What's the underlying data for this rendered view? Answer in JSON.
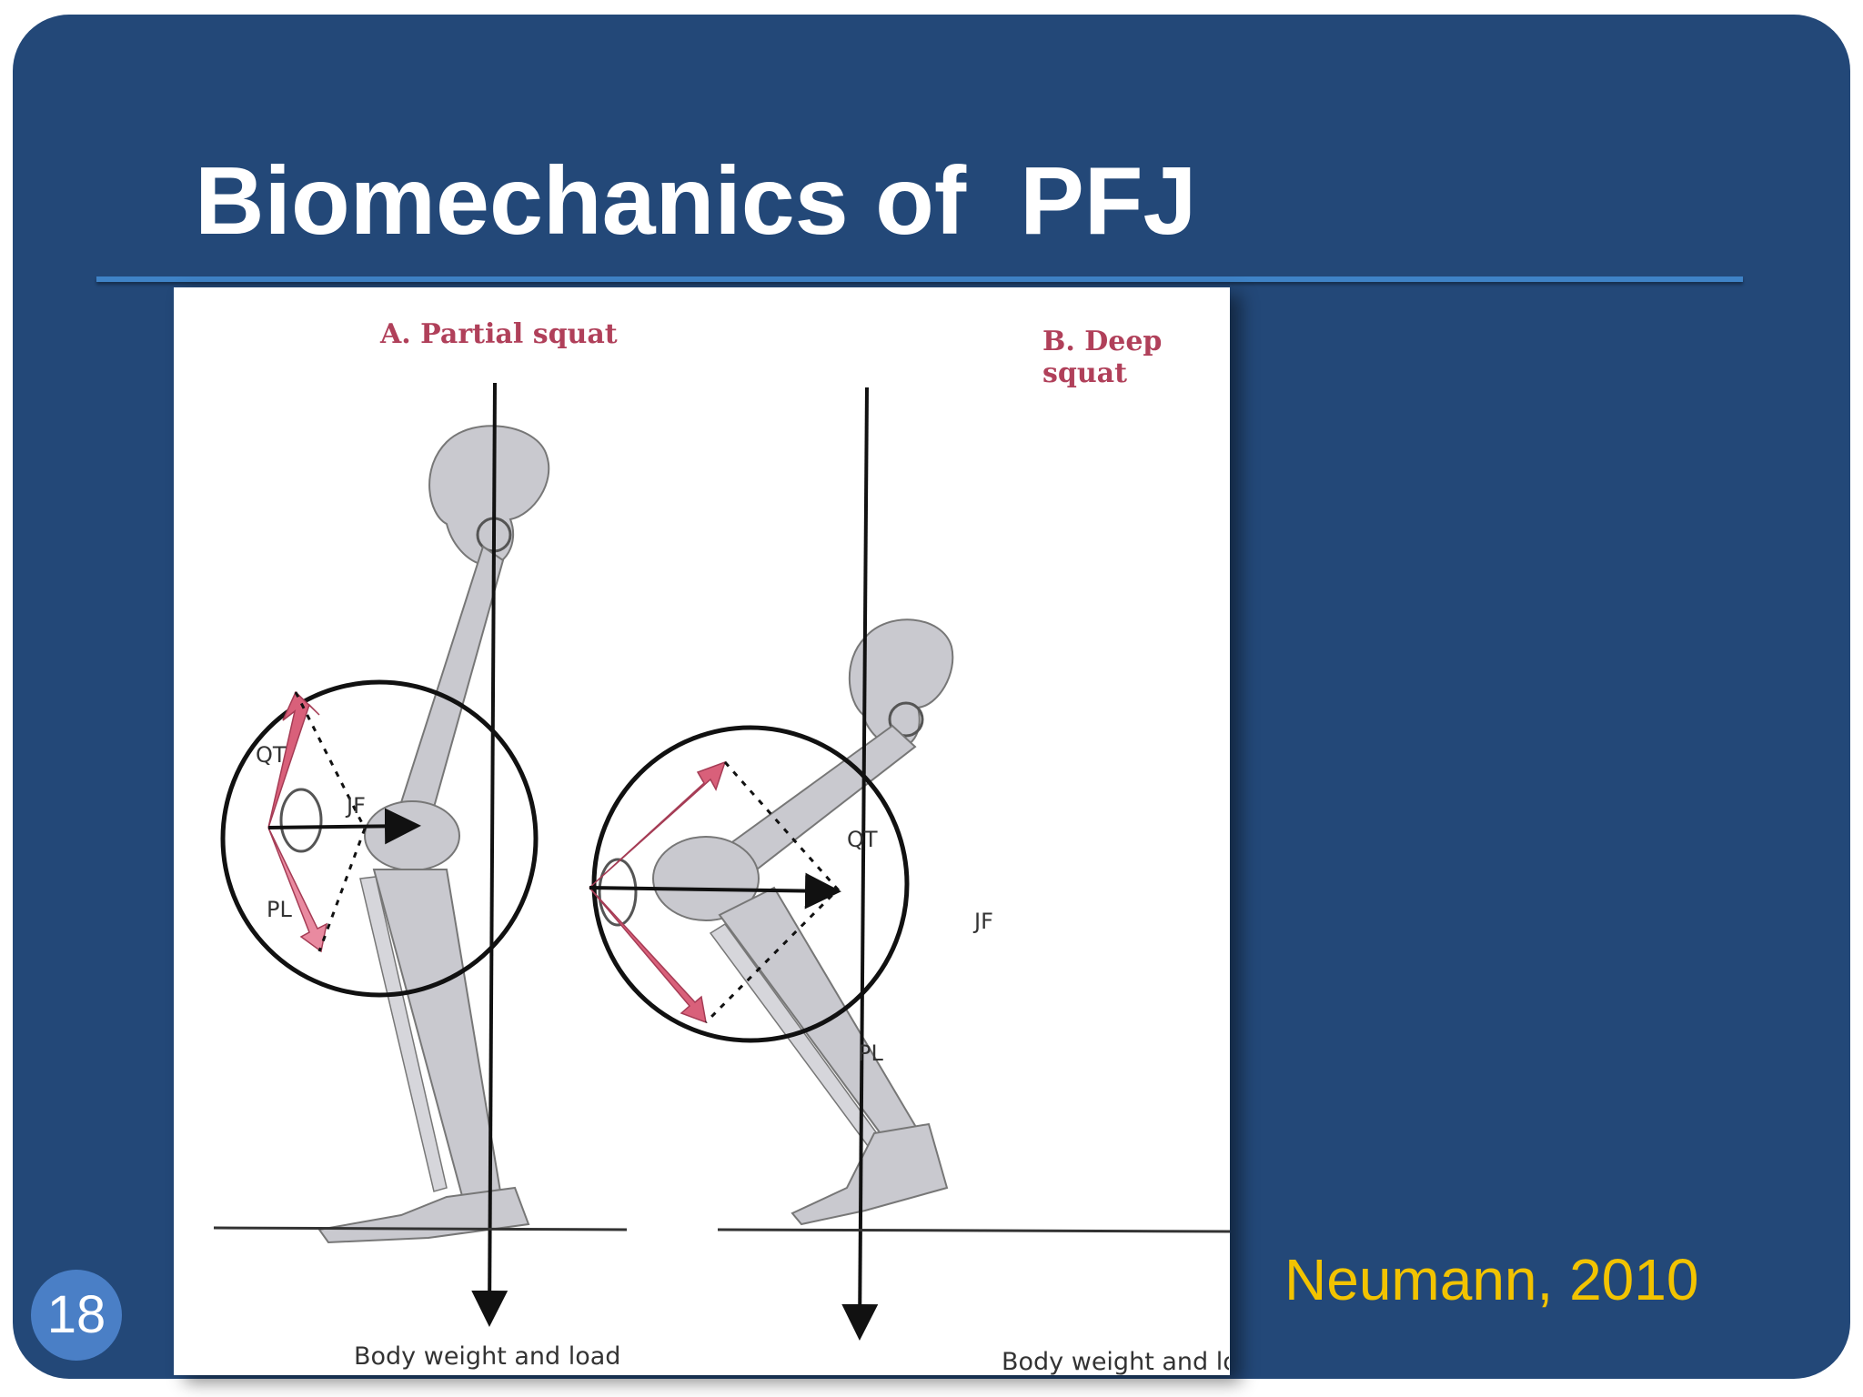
{
  "slide": {
    "title": "Biomechanics of  PFJ",
    "citation": "Neumann, 2010",
    "number": "18"
  },
  "figure": {
    "panel_a": {
      "caption": "A. Partial squat",
      "labels": {
        "qt": "QT",
        "jf": "JF",
        "pl": "PL"
      },
      "bottom": "Body weight and load"
    },
    "panel_b": {
      "caption": "B. Deep squat",
      "labels": {
        "qt": "QT",
        "jf": "JF",
        "pl": "PL"
      },
      "bottom": "Body weight and load"
    }
  },
  "colors": {
    "background": "#234878",
    "title": "#ffffff",
    "rule": "#3f83c7",
    "citation": "#f2c300",
    "badge": "#4a7fc6",
    "force_arrow": "#d9607a",
    "bone": "#c9c9cf"
  }
}
